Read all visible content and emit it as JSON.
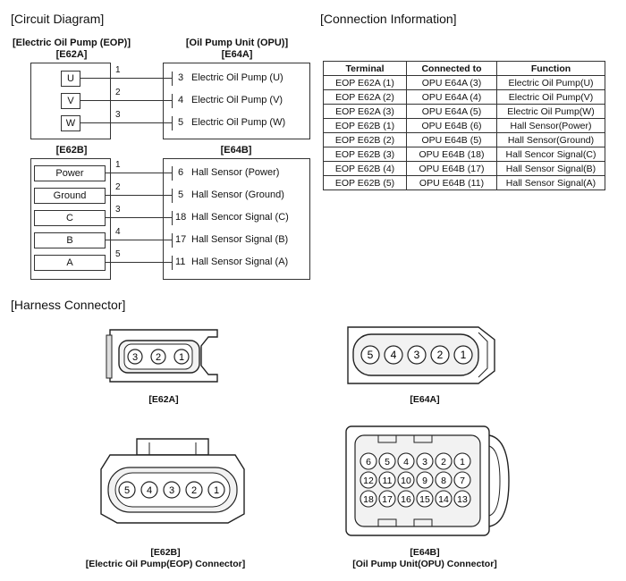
{
  "sections": {
    "circuit_diagram": "[Circuit Diagram]",
    "connection_info": "[Connection Information]",
    "harness_connector": "[Harness Connector]"
  },
  "eop": {
    "title": "[Electric Oil Pump (EOP)]",
    "e62a": "[E62A]",
    "e62b": "[E62B]"
  },
  "opu": {
    "title": "[Oil Pump Unit (OPU)]",
    "e64a": "[E64A]",
    "e64b": "[E64B]"
  },
  "e62a_pins": [
    {
      "label": "U",
      "wire": "1",
      "opu_pin": "3",
      "opu_label": "Electric Oil Pump (U)"
    },
    {
      "label": "V",
      "wire": "2",
      "opu_pin": "4",
      "opu_label": "Electric Oil Pump (V)"
    },
    {
      "label": "W",
      "wire": "3",
      "opu_pin": "5",
      "opu_label": "Electric Oil Pump (W)"
    }
  ],
  "e62b_pins": [
    {
      "label": "Power",
      "wire": "1",
      "opu_pin": "6",
      "opu_label": "Hall Sensor (Power)"
    },
    {
      "label": "Ground",
      "wire": "2",
      "opu_pin": "5",
      "opu_label": "Hall Sensor (Ground)"
    },
    {
      "label": "C",
      "wire": "3",
      "opu_pin": "18",
      "opu_label": "Hall Sencor Signal (C)"
    },
    {
      "label": "B",
      "wire": "4",
      "opu_pin": "17",
      "opu_label": "Hall Sensor Signal (B)"
    },
    {
      "label": "A",
      "wire": "5",
      "opu_pin": "11",
      "opu_label": "Hall Sensor Signal (A)"
    }
  ],
  "table": {
    "headers": [
      "Terminal",
      "Connected to",
      "Function"
    ],
    "rows": [
      [
        "EOP E62A (1)",
        "OPU E64A (3)",
        "Electric Oil Pump(U)"
      ],
      [
        "EOP E62A (2)",
        "OPU E64A (4)",
        "Electric Oil Pump(V)"
      ],
      [
        "EOP E62A (3)",
        "OPU E64A (5)",
        "Electric Oil Pump(W)"
      ],
      [
        "EOP E62B (1)",
        "OPU E64B (6)",
        "Hall Sensor(Power)"
      ],
      [
        "EOP E62B (2)",
        "OPU E64B (5)",
        "Hall Sensor(Ground)"
      ],
      [
        "EOP E62B (3)",
        "OPU E64B (18)",
        "Hall Sencor Signal(C)"
      ],
      [
        "EOP E62B (4)",
        "OPU E64B (17)",
        "Hall Sensor Signal(B)"
      ],
      [
        "EOP E62B (5)",
        "OPU E64B (11)",
        "Hall Sensor Signal(A)"
      ]
    ]
  },
  "connectors": {
    "e62a": {
      "caption": "[E62A]",
      "pins": [
        "3",
        "2",
        "1"
      ]
    },
    "e64a": {
      "caption": "[E64A]",
      "pins": [
        "5",
        "4",
        "3",
        "2",
        "1"
      ]
    },
    "e62b": {
      "caption": "[E62B]",
      "subcaption": "[Electric Oil Pump(EOP) Connector]",
      "pins": [
        "5",
        "4",
        "3",
        "2",
        "1"
      ]
    },
    "e64b": {
      "caption": "[E64B]",
      "subcaption": "[Oil Pump Unit(OPU) Connector]",
      "rows": [
        [
          "6",
          "5",
          "4",
          "3",
          "2",
          "1"
        ],
        [
          "12",
          "11",
          "10",
          "9",
          "8",
          "7"
        ],
        [
          "18",
          "17",
          "16",
          "15",
          "14",
          "13"
        ]
      ]
    }
  }
}
